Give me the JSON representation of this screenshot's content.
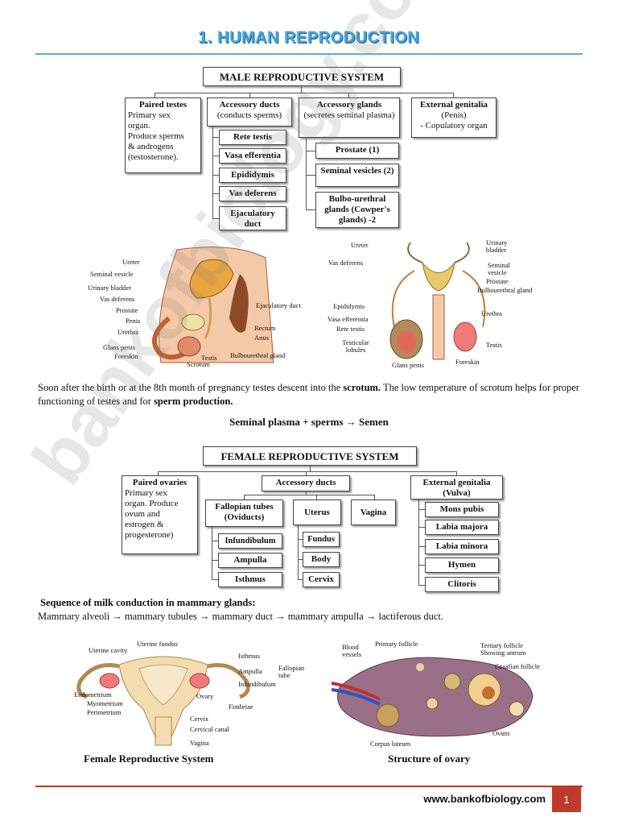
{
  "title": "1. HUMAN REPRODUCTION",
  "male": {
    "header": "MALE REPRODUCTIVE SYSTEM",
    "testes": {
      "title": "Paired testes",
      "line1": "Primary sex",
      "line2": "organ.",
      "line3": "Produce sperms",
      "line4": "& androgens",
      "line5": "(testosterone)."
    },
    "ducts": {
      "title": "Accessory ducts",
      "sub": "(conducts sperms)",
      "items": [
        "Rete testis",
        "Vasa efferentia",
        "Epididymis",
        "Vas deferens",
        "Ejaculatory duct"
      ]
    },
    "glands": {
      "title": "Accessory glands",
      "sub": "(secretes seminal plasma)",
      "items": [
        "Prostate (1)",
        "Seminal vesicles (2)",
        "Bulbo-urethral glands (Cowper's glands) -2"
      ]
    },
    "genitalia": {
      "title": "External genitalia",
      "line1": "(Penis)",
      "line2": "- Copulatory organ"
    },
    "diagram1_labels": [
      "Ureter",
      "Seminal vesicle",
      "Urinary bladder",
      "Vas deferens",
      "Prostate",
      "Penis",
      "Urethra",
      "Glans penis",
      "Foreskin",
      "Scrotum",
      "Testis",
      "Bulbourethral gland",
      "Anus",
      "Rectum",
      "Ejaculatory duct"
    ],
    "diagram2_labels": [
      "Ureter",
      "Vas deferens",
      "Epididymis",
      "Vasa efferentia",
      "Rete testis",
      "Testicular lobules",
      "Glans penis",
      "Foreskin",
      "Testis",
      "Urethra",
      "Bulbourethral gland",
      "Prostate",
      "Seminal vesicle",
      "Urinary bladder"
    ]
  },
  "paragraph": {
    "part1": "Soon after the birth or at the 8th month of pregnancy testes descent into the ",
    "scrotum": "scrotum.",
    "part2": " The low temperature of scrotum helps for proper functioning of testes and for ",
    "sperm": "sperm production.",
    "equation": "Seminal plasma + sperms → Semen"
  },
  "female": {
    "header": "FEMALE REPRODUCTIVE SYSTEM",
    "ovaries": {
      "title": "Paired ovaries",
      "line1": "Primary sex",
      "line2": "organ. Produce",
      "line3": "ovum and",
      "line4": "estrogen &",
      "line5": "progesterone)"
    },
    "ducts": {
      "title": "Accessory ducts"
    },
    "tubes": {
      "title": "Fallopian tubes (Oviducts)",
      "items": [
        "Infundibulum",
        "Ampulla",
        "Isthmus"
      ]
    },
    "uterus": {
      "title": "Uterus",
      "items": [
        "Fundus",
        "Body",
        "Cervix"
      ]
    },
    "vagina": "Vagina",
    "genitalia": {
      "title": "External genitalia (Vulva)",
      "items": [
        "Mons pubis",
        "Labia majora",
        "Labia minora",
        "Hymen",
        "Clitoris"
      ]
    }
  },
  "milk": {
    "heading": "Sequence of milk conduction in mammary glands:",
    "sequence": "Mammary alveoli → mammary tubules → mammary duct → mammary ampulla → lactiferous duct."
  },
  "female_diagram": {
    "labels": [
      "Uterine fundus",
      "Uterine cavity",
      "Isthmus",
      "Ampulla",
      "Infundibulum",
      "Fallopian tube",
      "Endometrium",
      "Myometrium",
      "Perimetrium",
      "Ovary",
      "Fimbriae",
      "Cervix",
      "Cervical canal",
      "Vagina"
    ],
    "caption": "Female Reproductive System"
  },
  "ovary_diagram": {
    "labels": [
      "Blood vessels",
      "Primary follicle",
      "Tertiary follicle Showing antrum",
      "Graafian follicle",
      "Ovum",
      "Corpus luteum"
    ],
    "caption": "Structure of ovary"
  },
  "footer": {
    "site": "www.bankofbiology.com",
    "page": "1"
  },
  "watermark": "bankofbiology.com",
  "colors": {
    "title_blue": "#4aa3d8",
    "footer_red": "#c0392b"
  }
}
